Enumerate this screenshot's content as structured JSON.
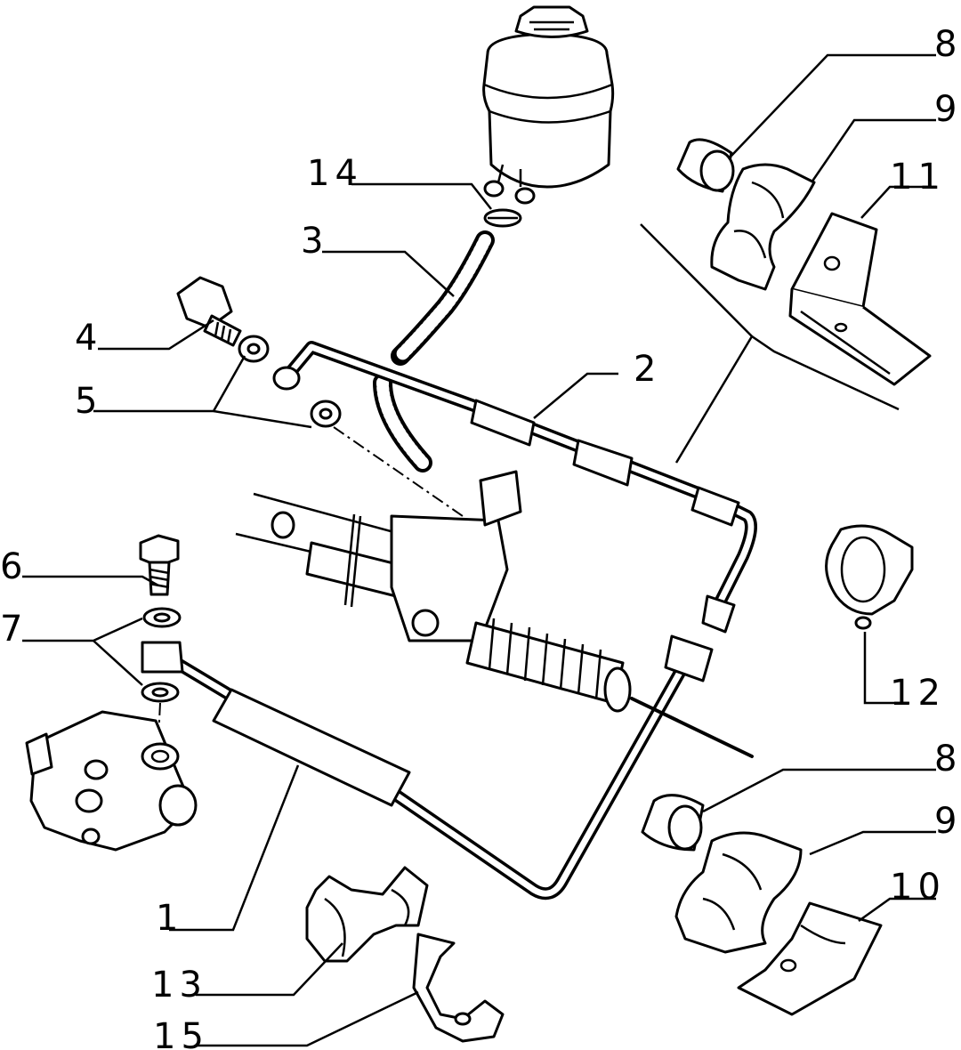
{
  "diagram": {
    "callouts": [
      {
        "id": "c1",
        "text": "1"
      },
      {
        "id": "c2",
        "text": "2"
      },
      {
        "id": "c3",
        "text": "3"
      },
      {
        "id": "c4",
        "text": "4"
      },
      {
        "id": "c5",
        "text": "5"
      },
      {
        "id": "c6",
        "text": "6"
      },
      {
        "id": "c7",
        "text": "7"
      },
      {
        "id": "c8a",
        "text": "8"
      },
      {
        "id": "c8b",
        "text": "8"
      },
      {
        "id": "c9a",
        "text": "9"
      },
      {
        "id": "c9b",
        "text": "9"
      },
      {
        "id": "c10",
        "text": "10"
      },
      {
        "id": "c11",
        "text": "11"
      },
      {
        "id": "c12",
        "text": "12"
      },
      {
        "id": "c13",
        "text": "13"
      },
      {
        "id": "c14",
        "text": "14"
      },
      {
        "id": "c15",
        "text": "15"
      }
    ]
  }
}
